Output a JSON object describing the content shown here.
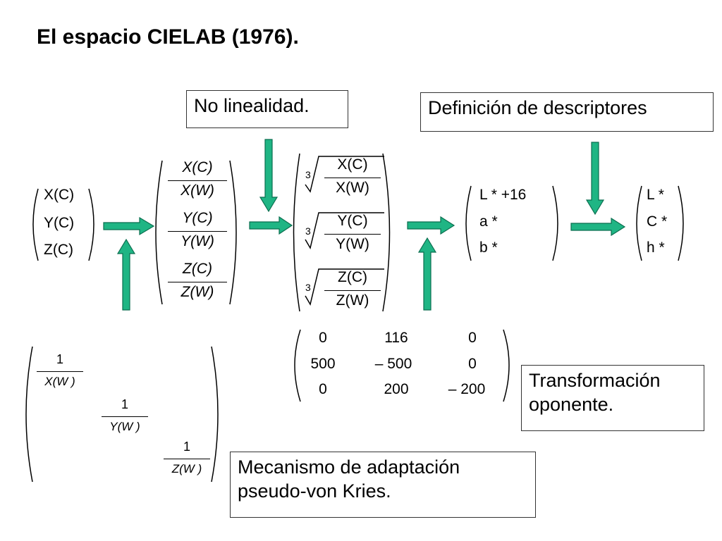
{
  "title": "El espacio CIELAB (1976).",
  "colors": {
    "arrow": "#1fb584",
    "arrow_stroke": "#0b6e4f",
    "box_border": "#333333"
  },
  "boxes": {
    "no_linealidad": "No linealidad.",
    "definicion": "Definición de descriptores",
    "transformacion_1": "Transformación",
    "transformacion_2": "oponente.",
    "mecanismo_1": "Mecanismo de adaptación",
    "mecanismo_2": "pseudo-von Kries."
  },
  "input_vector": [
    "X(C)",
    "Y(C)",
    "Z(C)"
  ],
  "normalized": {
    "num": [
      "X(C)",
      "Y(C)",
      "Z(C)"
    ],
    "den": [
      "X(W)",
      "Y(W)",
      "Z(W)"
    ]
  },
  "cuberoot": {
    "index": "3",
    "num": [
      "X(C)",
      "Y(C)",
      "Z(C)"
    ],
    "den": [
      "X(W)",
      "Y(W)",
      "Z(W)"
    ]
  },
  "lab_vector": [
    "L * +16",
    "a *",
    "b *"
  ],
  "lch_vector": [
    "L *",
    "C *",
    "h *"
  ],
  "opponent_matrix": [
    [
      "0",
      "116",
      "0"
    ],
    [
      "500",
      "– 500",
      "0"
    ],
    [
      "0",
      "200",
      "– 200"
    ]
  ],
  "diag_matrix": {
    "num": [
      "1",
      "1",
      "1"
    ],
    "den": [
      "X(W )",
      "Y(W )",
      "Z(W )"
    ]
  }
}
